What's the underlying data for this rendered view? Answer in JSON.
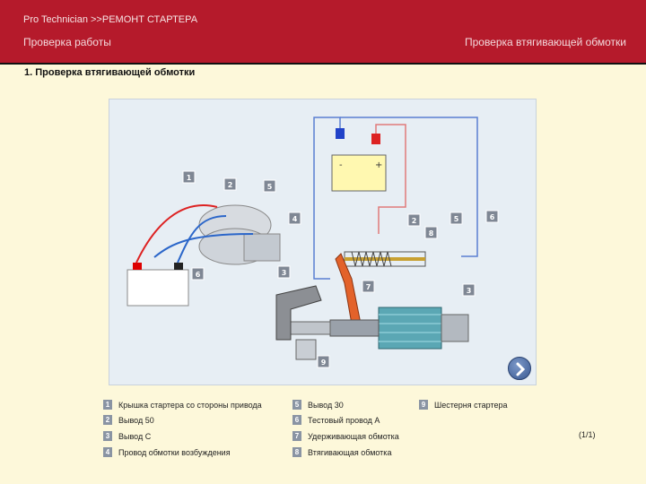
{
  "header": {
    "breadcrumb": "Pro  Technician >>РЕМОНТ СТАРТЕРА",
    "left_title": "Проверка работы",
    "right_title": "Проверка втягивающей обмотки",
    "bg_color": "#b51a2b"
  },
  "section": {
    "title": "1. Проверка втягивающей обмотки"
  },
  "diagram": {
    "callouts_left": [
      "1",
      "2",
      "5",
      "4",
      "3",
      "6"
    ],
    "callouts_right": [
      "2",
      "8",
      "5",
      "6",
      "7",
      "3",
      "9"
    ]
  },
  "legend": [
    {
      "num": "1",
      "label": "Крышка стартера со стороны привода"
    },
    {
      "num": "2",
      "label": "Вывод 50"
    },
    {
      "num": "3",
      "label": "Вывод С"
    },
    {
      "num": "4",
      "label": "Провод обмотки возбуждения"
    },
    {
      "num": "5",
      "label": "Вывод 30"
    },
    {
      "num": "6",
      "label": "Тестовый провод А"
    },
    {
      "num": "7",
      "label": "Удерживающая обмотка"
    },
    {
      "num": "8",
      "label": "Втягивающая обмотка"
    },
    {
      "num": "9",
      "label": "Шестерня стартера"
    }
  ],
  "pagination": {
    "text": "(1/1)"
  },
  "nav": {
    "next_icon": "chevron-right-icon"
  }
}
